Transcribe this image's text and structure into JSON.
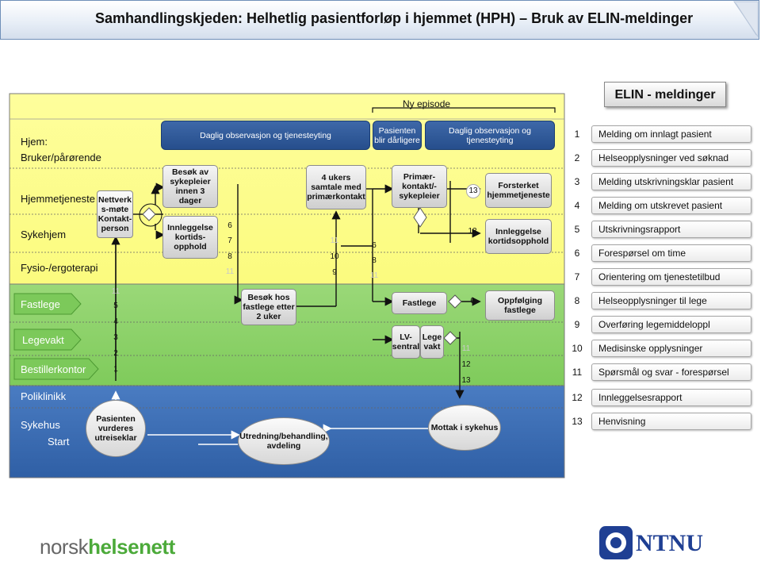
{
  "title": "Samhandlingskjeden: Helhetlig pasientforløp i hjemmet (HPH) – Bruk av ELIN-meldinger",
  "episode_label": "Ny episode",
  "lanes": {
    "hjem": "Hjem:\nBruker/pårørende",
    "hjemmetjeneste": "Hjemmetjeneste",
    "sykehjem": "Sykehjem",
    "fysio": "Fysio-/ergoterapi",
    "fastlege": "Fastlege",
    "legevakt": "Legevakt",
    "bestillerkontor": "Bestillerkontor",
    "poliklinikk": "Poliklinikk",
    "sykehus": "Sykehus",
    "start": "Start"
  },
  "boxes": {
    "daglig1": "Daglig observasjon og tjenesteyting",
    "forverring": "Pasienten blir dårligere",
    "daglig2": "Daglig observasjon og tjenesteyting",
    "nettverk": "Nettverk s-møte Kontakt-person",
    "besok_sykepleier": "Besøk av sykepleier innen 3 dager",
    "innleggelse1": "Innleggelse kortids-opphold",
    "fire_ukers": "4 ukers samtale med primærkontakt",
    "primaer": "Primær-kontakt/-sykepleier",
    "forsterket": "Forsterket hjemmetjeneste",
    "innleggelse2": "Innleggelse kortidsopphold",
    "besok_fastlege": "Besøk hos fastlege etter 2 uker",
    "fastlege": "Fastlege",
    "oppfolging": "Oppfølging fastlege",
    "lv_sentral": "LV-sentral",
    "lege_vakt": "Lege vakt",
    "pasient_vurderes": "Pasienten vurderes utreiseklar",
    "utredning": "Utredning/behandling, avdeling",
    "mottak": "Mottak i sykehus"
  },
  "step_numbers": {
    "col1": [
      "11",
      "5",
      "4",
      "3",
      "2",
      "1"
    ],
    "col2": [
      "6",
      "7",
      "8",
      "11"
    ],
    "col3": [
      "11",
      "10",
      "9"
    ],
    "col4": [
      "6",
      "8",
      "11"
    ],
    "col5a": [
      "13",
      "13"
    ],
    "col5b": [
      "6",
      "11",
      "12",
      "13"
    ]
  },
  "elin": {
    "header": "ELIN - meldinger",
    "items": [
      {
        "num": "1",
        "text": "Melding om innlagt pasient"
      },
      {
        "num": "2",
        "text": "Helseopplysninger ved søknad"
      },
      {
        "num": "3",
        "text": "Melding utskrivningsklar pasient"
      },
      {
        "num": "4",
        "text": "Melding om utskrevet pasient"
      },
      {
        "num": "5",
        "text": "Utskrivningsrapport"
      },
      {
        "num": "6",
        "text": "Forespørsel om time"
      },
      {
        "num": "7",
        "text": "Orientering om tjenestetilbud"
      },
      {
        "num": "8",
        "text": "Helseopplysninger til lege"
      },
      {
        "num": "9",
        "text": "Overføring legemiddeloppl"
      },
      {
        "num": "10",
        "text": "Medisinske opplysninger"
      },
      {
        "num": "11",
        "text": "Spørsmål og svar - forespørsel"
      },
      {
        "num": "12",
        "text": "Innleggelsesrapport"
      },
      {
        "num": "13",
        "text": "Henvisning"
      }
    ]
  },
  "logos": {
    "left_a": "norsk",
    "left_b": "helsenett",
    "right": "NTNU"
  },
  "colors": {
    "yellow_zone": "#fdfd8a",
    "green_zone": "#8fd46a",
    "blue_zone": "#3c6fb6",
    "box_blue": "#2f5a9c"
  }
}
